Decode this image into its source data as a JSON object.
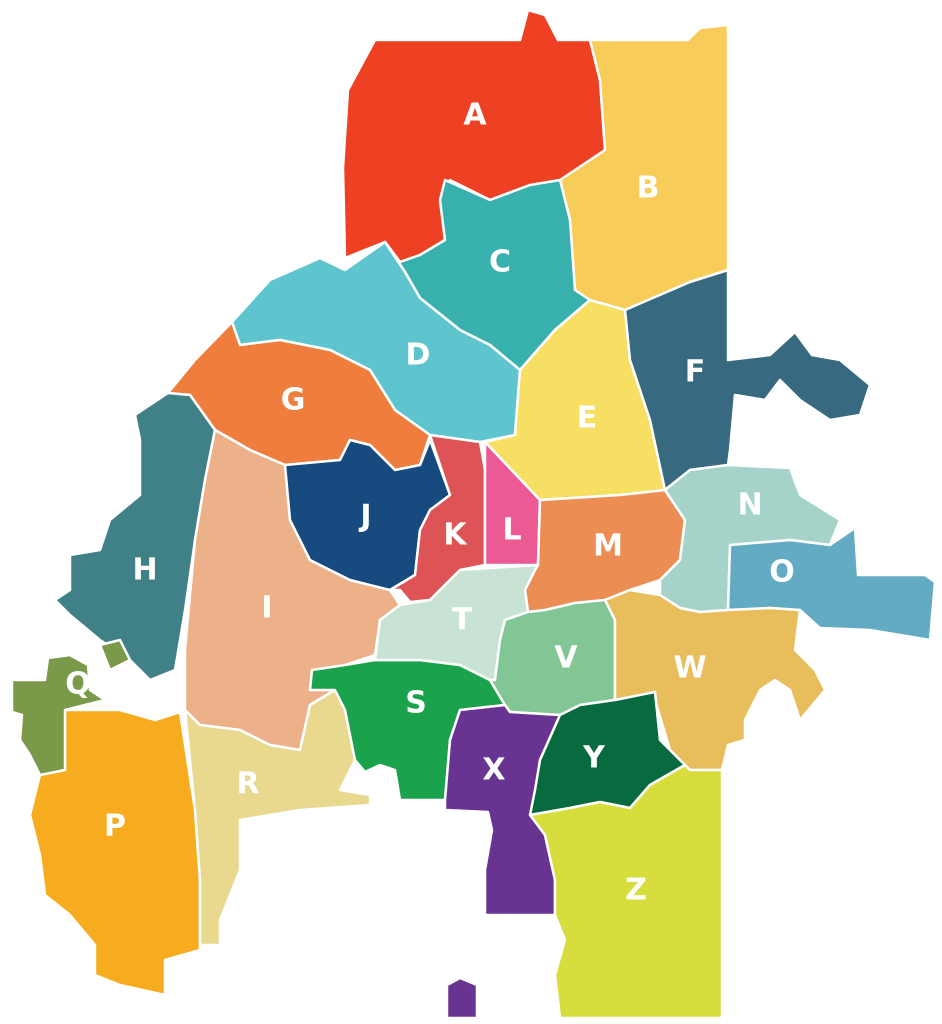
{
  "regions": [
    {
      "id": "A",
      "label": "A",
      "color": "#ee4023"
    },
    {
      "id": "B",
      "label": "B",
      "color": "#f8cc58"
    },
    {
      "id": "C",
      "label": "C",
      "color": "#37b0ae"
    },
    {
      "id": "D",
      "label": "D",
      "color": "#5ec5cf"
    },
    {
      "id": "E",
      "label": "E",
      "color": "#f6df62"
    },
    {
      "id": "F",
      "label": "F",
      "color": "#376a80"
    },
    {
      "id": "G",
      "label": "G",
      "color": "#ef7d3d"
    },
    {
      "id": "H",
      "label": "H",
      "color": "#3f8186"
    },
    {
      "id": "I",
      "label": "I",
      "color": "#edb189"
    },
    {
      "id": "J",
      "label": "J",
      "color": "#174a7f"
    },
    {
      "id": "K",
      "label": "K",
      "color": "#de5456"
    },
    {
      "id": "L",
      "label": "L",
      "color": "#ec5a93"
    },
    {
      "id": "M",
      "label": "M",
      "color": "#ec8d53"
    },
    {
      "id": "N",
      "label": "N",
      "color": "#a5d3c9"
    },
    {
      "id": "O",
      "label": "O",
      "color": "#62abc2"
    },
    {
      "id": "P",
      "label": "P",
      "color": "#f7ab1e"
    },
    {
      "id": "Q",
      "label": "Q",
      "color": "#7a9949"
    },
    {
      "id": "R",
      "label": "R",
      "color": "#e8d98e"
    },
    {
      "id": "S",
      "label": "S",
      "color": "#1aa24c"
    },
    {
      "id": "T",
      "label": "T",
      "color": "#c8e3d4"
    },
    {
      "id": "V",
      "label": "V",
      "color": "#82c695"
    },
    {
      "id": "W",
      "label": "W",
      "color": "#e8be5c"
    },
    {
      "id": "X",
      "label": "X",
      "color": "#683391"
    },
    {
      "id": "Y",
      "label": "Y",
      "color": "#076b3f"
    },
    {
      "id": "Z",
      "label": "Z",
      "color": "#d6dd3c"
    }
  ]
}
